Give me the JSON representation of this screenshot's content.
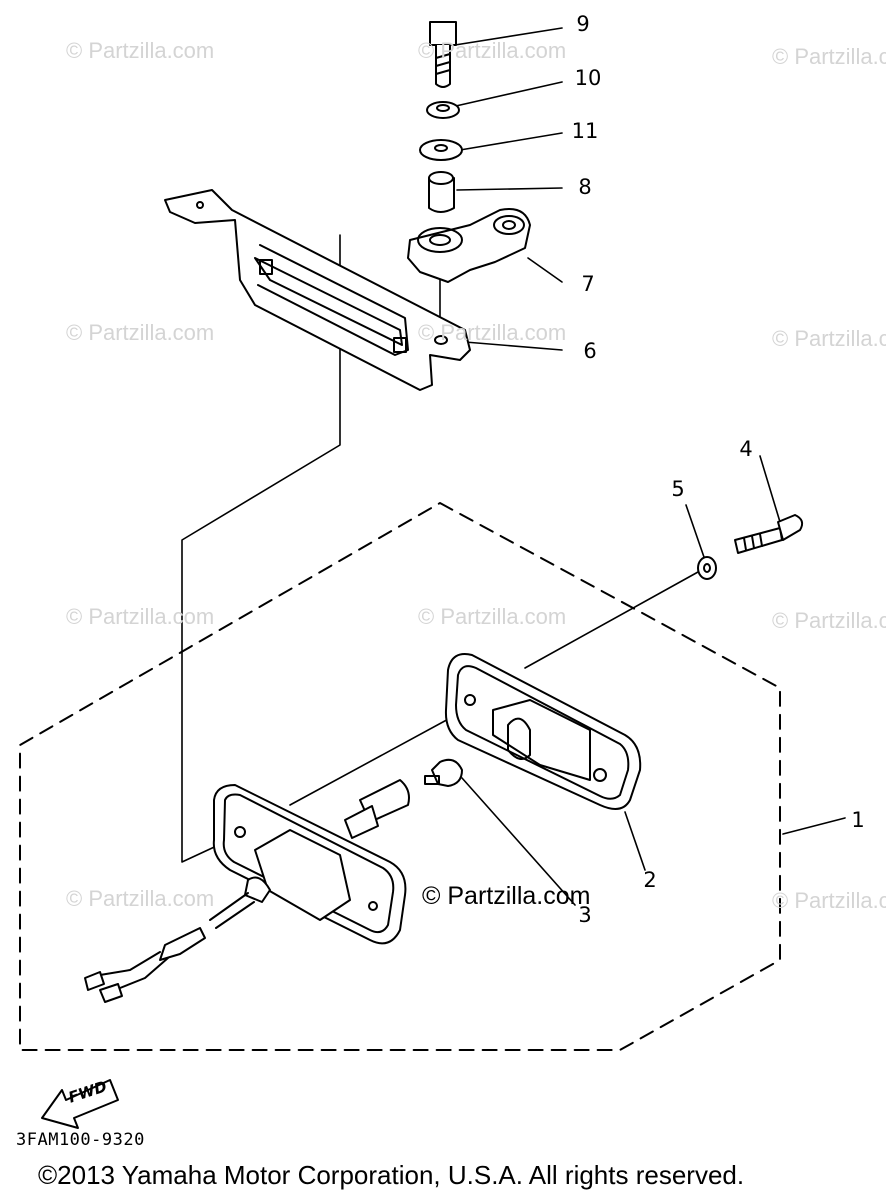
{
  "watermark": {
    "text": "© Partzilla.com",
    "center_text": "© Partzilla.com"
  },
  "callouts": {
    "c1": "1",
    "c2": "2",
    "c3": "3",
    "c4": "4",
    "c5": "5",
    "c6": "6",
    "c7": "7",
    "c8": "8",
    "c9": "9",
    "c10": "10",
    "c11": "11"
  },
  "direction_label": "FWD",
  "diagram_code": "3FAM100-9320",
  "copyright": "©2013 Yamaha Motor Corporation, U.S.A. All rights reserved."
}
